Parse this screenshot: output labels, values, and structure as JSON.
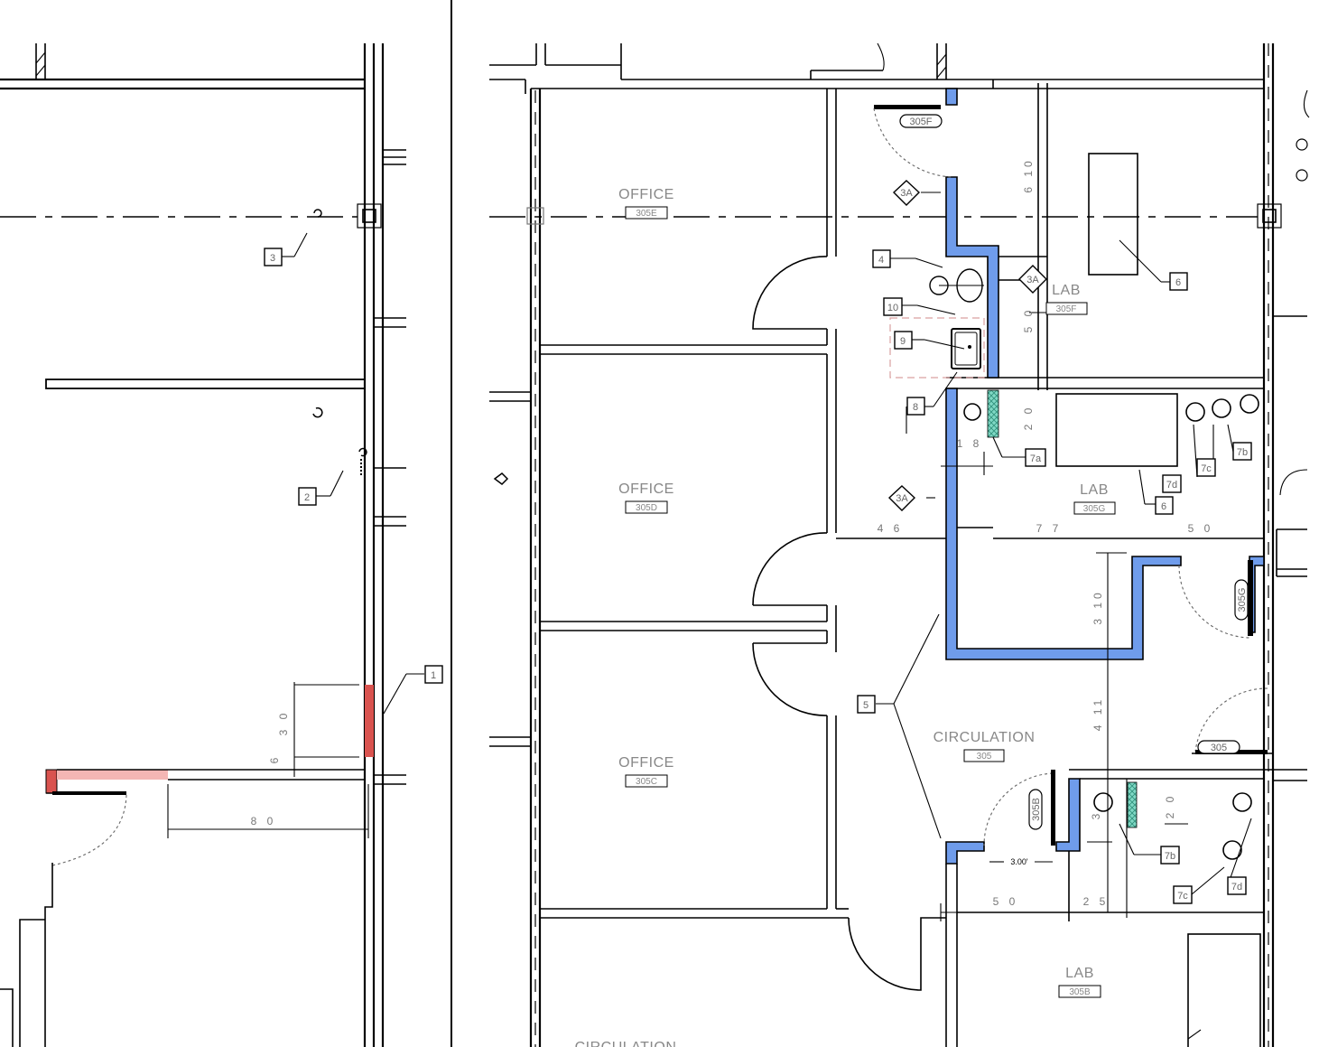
{
  "rooms": [
    {
      "name": "OFFICE",
      "number": "305E"
    },
    {
      "name": "OFFICE",
      "number": "305D"
    },
    {
      "name": "OFFICE",
      "number": "305C"
    },
    {
      "name": "LAB",
      "number": "305F"
    },
    {
      "name": "LAB",
      "number": "305G"
    },
    {
      "name": "CIRCULATION",
      "number": "305"
    },
    {
      "name": "LAB",
      "number": "305B"
    },
    {
      "name": "CIRCULATION",
      "number": ""
    }
  ],
  "door_tags": [
    "305F",
    "305G",
    "305",
    "305B"
  ],
  "keynotes": [
    "1",
    "2",
    "3",
    "3A",
    "3A",
    "3A",
    "4",
    "5",
    "6",
    "6",
    "7a",
    "7b",
    "7c",
    "7d",
    "7b",
    "7c",
    "7d",
    "8",
    "9",
    "10"
  ],
  "dimensions": {
    "d_80": "8 0",
    "d_30": "3 0",
    "d_6": "6",
    "d_610": "6 10",
    "d_50v": "5 0",
    "d_20v": "2 0",
    "d_18": "1 8",
    "d_46": "4 6",
    "d_77": "7 7",
    "d_50h": "5 0",
    "d_310": "3 10",
    "d_411": "4 11",
    "d_3": "3",
    "d_20b": "2 0",
    "d_300": "3.00'",
    "d_50b": "5 0",
    "d_25": "2 5"
  },
  "colors": {
    "new_wall": "#6f9ceb",
    "demo_wall": "#d9534f",
    "demo_wall_light": "#f4b6b4",
    "hatch": "#7fd8c4",
    "clearance": "#d9a0a0"
  }
}
